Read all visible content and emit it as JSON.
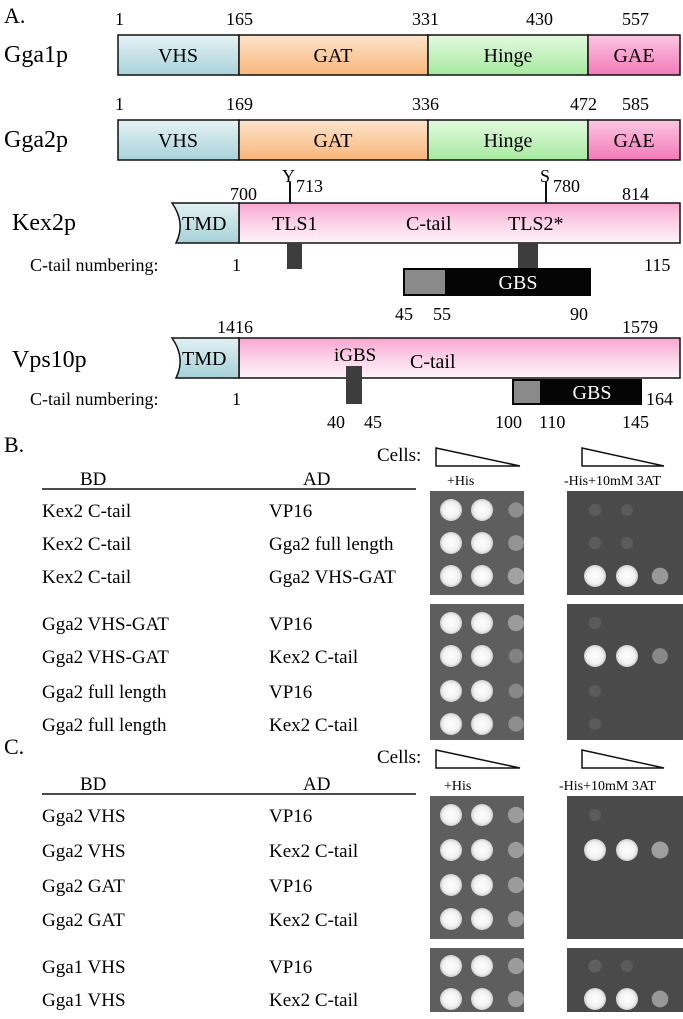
{
  "panel_a": {
    "label": "A.",
    "proteins": [
      {
        "name": "Gga1p",
        "numbers": [
          "1",
          "165",
          "331",
          "430",
          "557"
        ],
        "domains": [
          "VHS",
          "GAT",
          "Hinge",
          "GAE"
        ],
        "domain_colors": [
          "#cfe6ea",
          "#fbd2ac",
          "#c8f2c4",
          "#f797c9"
        ]
      },
      {
        "name": "Gga2p",
        "numbers": [
          "1",
          "169",
          "336",
          "472",
          "585"
        ],
        "domains": [
          "VHS",
          "GAT",
          "Hinge",
          "GAE"
        ],
        "domain_colors": [
          "#cfe6ea",
          "#fbd2ac",
          "#c8f2c4",
          "#f797c9"
        ]
      }
    ],
    "kex2": {
      "name": "Kex2p",
      "tmd": "TMD",
      "start": "700",
      "end": "814",
      "y_residue": "Y",
      "y_num": "713",
      "s_residue": "S",
      "s_num": "780",
      "tls1": "TLS1",
      "ctail": "C-tail",
      "tls2": "TLS2*",
      "numbering_label": "C-tail numbering:",
      "num_start": "1",
      "num_end": "115",
      "gbs": "GBS",
      "gbs_nums": [
        "45",
        "55",
        "90"
      ]
    },
    "vps10": {
      "name": "Vps10p",
      "tmd": "TMD",
      "start": "1416",
      "end": "1579",
      "igbs": "iGBS",
      "ctail": "C-tail",
      "numbering_label": "C-tail numbering:",
      "num_start": "1",
      "num_end": "164",
      "igbs_nums": [
        "40",
        "45"
      ],
      "gbs": "GBS",
      "gbs_nums": [
        "100",
        "110",
        "145"
      ]
    }
  },
  "panel_b": {
    "label": "B.",
    "cells_label": "Cells:",
    "col_bd": "BD",
    "col_ad": "AD",
    "plus_his": "+His",
    "minus_his": "-His+10mM 3AT",
    "rows": [
      {
        "bd": "Kex2 C-tail",
        "ad": "VP16",
        "plus": [
          1,
          0.9,
          0.4
        ],
        "minus": [
          0.1,
          0.04,
          0
        ]
      },
      {
        "bd": "Kex2 C-tail",
        "ad": "Gga2 full length",
        "plus": [
          1,
          0.9,
          0.45
        ],
        "minus": [
          0.12,
          0.05,
          0
        ]
      },
      {
        "bd": "Kex2 C-tail",
        "ad": "Gga2 VHS-GAT",
        "plus": [
          1,
          0.9,
          0.55
        ],
        "minus": [
          1,
          0.9,
          0.55
        ]
      },
      {
        "bd": "Gga2 VHS-GAT",
        "ad": "VP16",
        "plus": [
          1,
          0.9,
          0.5
        ],
        "minus": [
          0.1,
          0,
          0
        ]
      },
      {
        "bd": "Gga2 VHS-GAT",
        "ad": "Kex2 C-tail",
        "plus": [
          1,
          0.9,
          0.3
        ],
        "minus": [
          1,
          1,
          0.45
        ]
      },
      {
        "bd": "Gga2 full length",
        "ad": "VP16",
        "plus": [
          1,
          0.9,
          0.35
        ],
        "minus": [
          0.04,
          0,
          0
        ]
      },
      {
        "bd": "Gga2 full length",
        "ad": "Kex2 C-tail",
        "plus": [
          1,
          0.9,
          0.4
        ],
        "minus": [
          0.04,
          0,
          0
        ]
      }
    ]
  },
  "panel_c": {
    "label": "C.",
    "cells_label": "Cells:",
    "col_bd": "BD",
    "col_ad": "AD",
    "plus_his": "+His",
    "minus_his": "-His+10mM 3AT",
    "rows": [
      {
        "bd": "Gga2 VHS",
        "ad": "VP16",
        "plus": [
          1,
          0.9,
          0.5
        ],
        "minus": [
          0.04,
          0,
          0
        ]
      },
      {
        "bd": "Gga2 VHS",
        "ad": "Kex2 C-tail",
        "plus": [
          1,
          0.9,
          0.5
        ],
        "minus": [
          1,
          0.95,
          0.6
        ]
      },
      {
        "bd": "Gga2 GAT",
        "ad": "VP16",
        "plus": [
          1,
          0.9,
          0.5
        ],
        "minus": [
          0,
          0,
          0
        ]
      },
      {
        "bd": "Gga2 GAT",
        "ad": "Kex2 C-tail",
        "plus": [
          1,
          0.9,
          0.5
        ],
        "minus": [
          0,
          0,
          0
        ]
      },
      {
        "bd": "Gga1 VHS",
        "ad": "VP16",
        "plus": [
          1,
          0.9,
          0.5
        ],
        "minus": [
          0.15,
          0.06,
          0
        ]
      },
      {
        "bd": "Gga1 VHS",
        "ad": "Kex2 C-tail",
        "plus": [
          1,
          0.9,
          0.5
        ],
        "minus": [
          1,
          0.95,
          0.55
        ]
      }
    ]
  }
}
